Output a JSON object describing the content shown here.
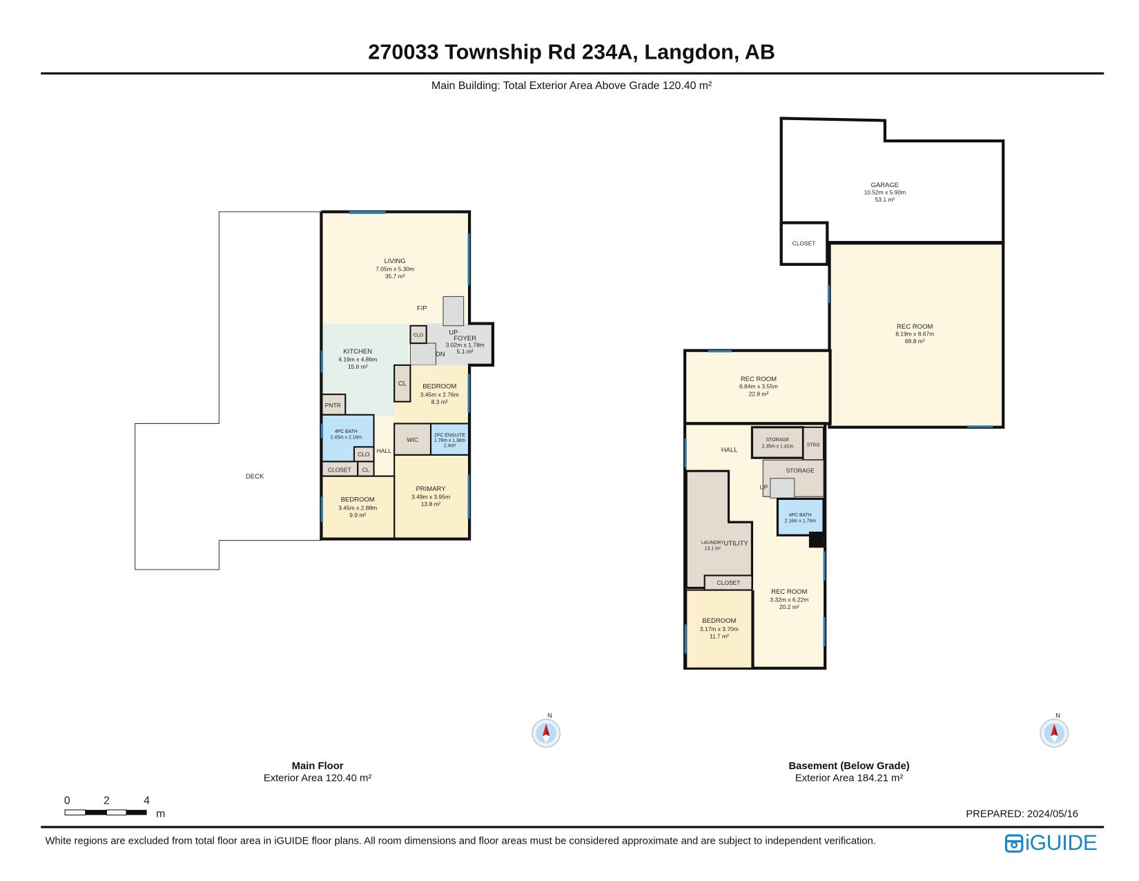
{
  "header": {
    "title": "270033 Township Rd 234A, Langdon, AB",
    "subtitle": "Main Building: Total Exterior Area Above Grade 120.40 m²"
  },
  "main_floor": {
    "name": "Main Floor",
    "exterior_area": "Exterior Area 120.40 m²",
    "deck": "DECK",
    "fp": "F/P",
    "up": "UP",
    "dn": "DN",
    "rooms": {
      "living": {
        "name": "LIVING",
        "dims": "7.05m x 5.30m",
        "area": "35.7 m²"
      },
      "kitchen": {
        "name": "KITCHEN",
        "dims": "4.19m x 4.86m",
        "area": "15.6 m²"
      },
      "foyer": {
        "name": "FOYER",
        "dims": "3.02m x 1.78m",
        "area": "5.1 m²"
      },
      "bedroom1": {
        "name": "BEDROOM",
        "dims": "3.45m x 2.76m",
        "area": "8.3 m²"
      },
      "bath": {
        "name": "4PC BATH",
        "dims": "2.45m x 2.18m"
      },
      "ensuite": {
        "name": "2PC ENSUITE",
        "dims": "1.76m x 1.38m",
        "area": "2.4m²"
      },
      "primary": {
        "name": "PRIMARY",
        "dims": "3.49m x 3.95m",
        "area": "13.8 m²"
      },
      "bedroom2": {
        "name": "BEDROOM",
        "dims": "3.45m x 2.88m",
        "area": "9.9 m²"
      },
      "pntr": "PNTR",
      "clo1": "CLO",
      "clo2": "CLO",
      "cl1": "CL",
      "cl2": "CL",
      "closet": "CLOSET",
      "wic": "WIC",
      "hall": "HALL"
    }
  },
  "basement": {
    "name": "Basement (Below Grade)",
    "exterior_area": "Exterior Area 184.21 m²",
    "up": "UP",
    "rooms": {
      "garage": {
        "name": "GARAGE",
        "dims": "10.52m x 5.90m",
        "area": "53.1 m²"
      },
      "garage_closet": "CLOSET",
      "rec1": {
        "name": "REC ROOM",
        "dims": "8.19m x 8.67m",
        "area": "69.8 m²"
      },
      "rec2": {
        "name": "REC ROOM",
        "dims": "6.84m x 3.55m",
        "area": "22.8 m²"
      },
      "hall": "HALL",
      "storage1": {
        "name": "STORAGE",
        "dims": "2.35m x 1.41m"
      },
      "strg": "STRG",
      "storage2": "STORAGE",
      "bath": {
        "name": "4PC BATH",
        "dims": "2.16m x 1.79m"
      },
      "laundry": {
        "name": "LAUNDRY",
        "area": "13.1 m²"
      },
      "utility": "UTILITY",
      "closet": "CLOSET",
      "rec3": {
        "name": "REC ROOM",
        "dims": "3.32m x 6.22m",
        "area": "20.2 m²"
      },
      "bedroom": {
        "name": "BEDROOM",
        "dims": "3.17m x 3.70m",
        "area": "11.7 m²"
      }
    }
  },
  "compass": {
    "label": "N"
  },
  "scale_bar": {
    "ticks": [
      "0",
      "2",
      "4"
    ],
    "unit": "m"
  },
  "prepared": "PREPARED: 2024/05/16",
  "footer": "White regions are excluded from total floor area in iGUIDE floor plans. All room dimensions and floor areas must be considered approximate and are subject to independent verification.",
  "logo": "iGUIDE",
  "colors": {
    "wall": "#111111",
    "window": "#2f7fb0",
    "living": "#fdf7e1",
    "kitchen": "#e6f0ea",
    "bedroom": "#fcefcc",
    "bath": "#bfe3f8",
    "closet": "#e3dbd0",
    "logo": "#1a87c9"
  }
}
